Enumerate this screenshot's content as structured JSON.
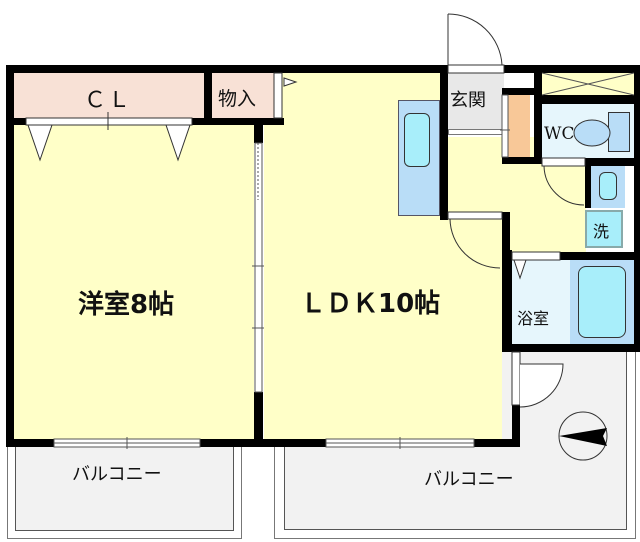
{
  "colors": {
    "room_floor": "#FFFFC8",
    "closet": "#F8E1D6",
    "entry": "#E8E8E8",
    "wet_area": "#E6F6FC",
    "fixture_blue": "#B9DDF7",
    "fixture_cyan": "#A8EEFA",
    "shoe_cabinet": "#F8C898",
    "balcony": "#F2F2F2",
    "wall": "#000000"
  },
  "rooms": {
    "closet": {
      "label": "ＣＬ"
    },
    "storage": {
      "label": "物入"
    },
    "western_room": {
      "label": "洋室8帖"
    },
    "ldk": {
      "label": "ＬＤＫ10帖"
    },
    "entrance": {
      "label": "玄関"
    },
    "toilet": {
      "label": "WC"
    },
    "washer": {
      "label": "洗"
    },
    "bathroom": {
      "label": "浴室"
    },
    "balcony_left": {
      "label": "バルコニー"
    },
    "balcony_right": {
      "label": "バルコニー"
    }
  },
  "compass": {
    "icon": "north-arrow-icon",
    "direction": "east"
  }
}
